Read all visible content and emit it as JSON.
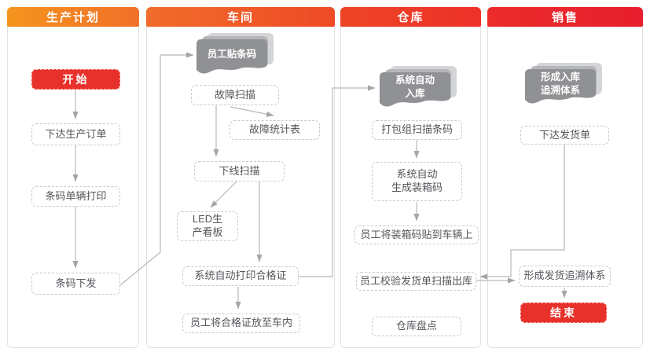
{
  "diagram": {
    "kind": "swimlane-flowchart",
    "lanes": [
      {
        "id": "production-plan",
        "title": "生产计划"
      },
      {
        "id": "workshop",
        "title": "车间"
      },
      {
        "id": "warehouse",
        "title": "仓库"
      },
      {
        "id": "sales",
        "title": "销售"
      }
    ],
    "nodes": {
      "start": "开始",
      "issue_production_order": "下达生产订单",
      "barcode_print_per_vehicle": "条码单辆打印",
      "barcode_issue": "条码下发",
      "worker_attach_barcode": "员工贴条码",
      "fault_scan": "故障扫描",
      "fault_statistics": "故障统计表",
      "offline_scan": "下线扫描",
      "led_kanban": "LED生\n产看板",
      "auto_print_certificate": "系统自动打印合格证",
      "put_certificate_in_car": "员工将合格证放至车内",
      "auto_warehouse_in": "系统自动\n入库",
      "packing_group_scan_barcode": "打包组扫描条码",
      "auto_generate_box_code": "系统自动\n生成装箱码",
      "attach_box_code_to_vehicle": "员工将装箱码贴到车辆上",
      "verify_shipping_scan_out": "员工校验发货单扫描出库",
      "warehouse_stocktake": "仓库盘点",
      "inbound_traceability": "形成入库\n追溯体系",
      "issue_shipping_order": "下达发货单",
      "shipping_traceability": "形成发货追溯体系",
      "end": "结束"
    },
    "edges": [
      "开始 → 下达生产订单",
      "下达生产订单 → 条码单辆打印",
      "条码单辆打印 → 条码下发",
      "条码下发 → 员工贴条码",
      "故障扫描 → 下线扫描",
      "故障扫描 → 故障统计表",
      "下线扫描 → LED生产看板",
      "下线扫描 → 系统自动打印合格证",
      "系统自动打印合格证 → 员工将合格证放至车内",
      "系统自动打印合格证 → 系统自动入库",
      "打包组扫描条码 → 系统自动生成装箱码",
      "系统自动生成装箱码 → 员工将装箱码贴到车辆上",
      "下达发货单 → 员工校验发货单扫描出库",
      "员工校验发货单扫描出库 → 形成发货追溯体系",
      "形成发货追溯体系 → 结束"
    ],
    "colors": {
      "terminal_red": "#E8312B",
      "header_gradients": [
        [
          "#F5941D",
          "#F1702A"
        ],
        [
          "#F16C2B",
          "#EE4A26"
        ],
        [
          "#EE4526",
          "#EC3129"
        ],
        [
          "#EB2C2A",
          "#E81F2E"
        ]
      ],
      "doc_shape_front": "#909194",
      "doc_shape_mid": "#B5B6B9",
      "doc_shape_back": "#D4D5D7",
      "connector_line": "#B7B8BA",
      "box_border": "#C9CACC",
      "box_text": "#54565B",
      "lane_border": "#E1E2E4"
    }
  }
}
